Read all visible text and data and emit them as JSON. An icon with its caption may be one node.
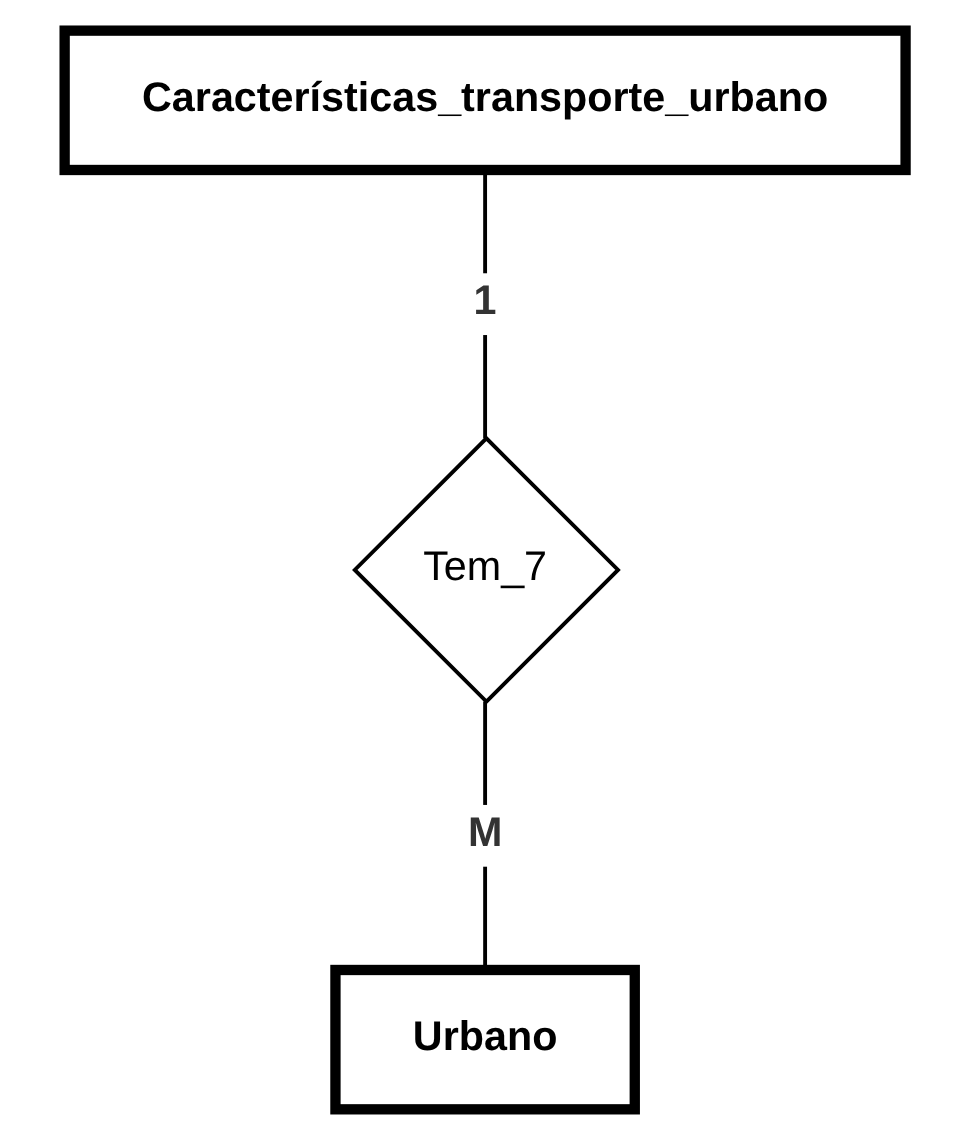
{
  "diagram": {
    "nodes": [
      {
        "text": [
          "Características_transporte_urbano"
        ]
      },
      {
        "text": [
          "Tem_7"
        ]
      },
      {
        "text": [
          "Urbano"
        ]
      }
    ],
    "edges": [
      {
        "from": 0,
        "to": 1,
        "arrow": "none",
        "label": "1"
      },
      {
        "from": 1,
        "to": 2,
        "arrow": "none",
        "label": "M"
      }
    ]
  }
}
